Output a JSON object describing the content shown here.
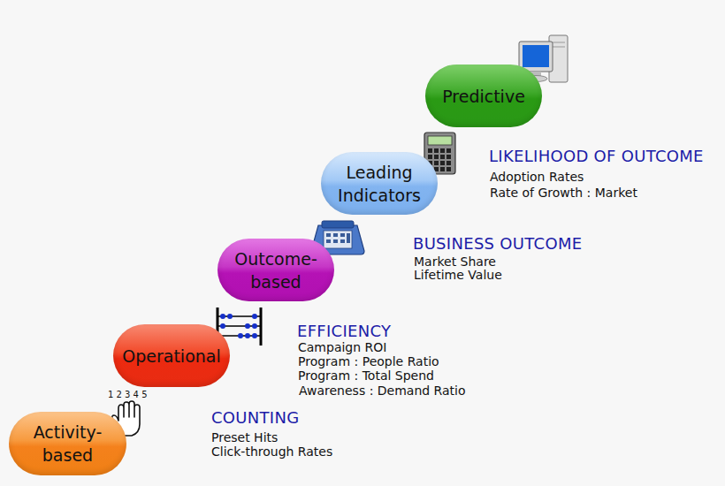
{
  "diagram": {
    "nodes": [
      {
        "text": [
          "Activity- based"
        ]
      },
      {
        "text": [
          "Operational"
        ]
      },
      {
        "text": [
          "Outcome- based"
        ]
      },
      {
        "text": [
          "Leading Indicators"
        ]
      },
      {
        "text": [
          "Predictive"
        ]
      }
    ],
    "labels": [
      "1 2 3 4 5",
      "COUNTING",
      "Preset Hits",
      "Click-through Rates",
      "EFFICIENCY",
      "Campaign ROI",
      "Program : People Ratio",
      "Program : Total Spend",
      "Awareness : Demand Ratio",
      "BUSINESS OUTCOME",
      "Market Share",
      "Lifetime Value",
      "LIKELIHOOD OF OUTCOME",
      "Adoption Rates",
      "Rate of Growth : Market"
    ]
  }
}
